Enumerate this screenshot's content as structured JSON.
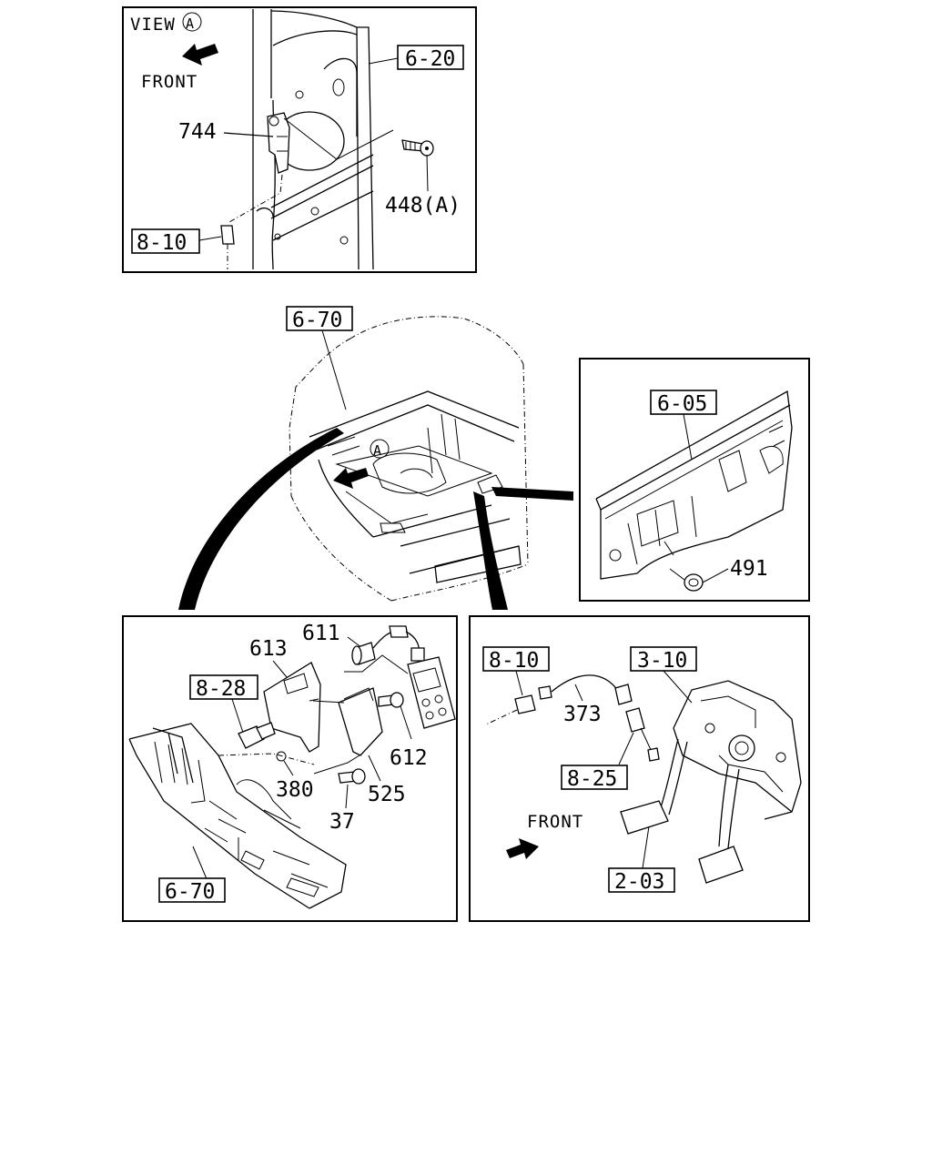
{
  "view_a": {
    "title": "VIEW",
    "marker": "A",
    "front": "FRONT",
    "ref_box": "6-20",
    "ref_box_2": "8-10",
    "part_744": "744",
    "part_448": "448(A)"
  },
  "cab": {
    "ref_box": "6-70",
    "marker": "A"
  },
  "dash_panel": {
    "ref_box": "6-05",
    "part_491": "491"
  },
  "bracket_detail": {
    "ref_box_top": "8-28",
    "ref_box_bottom": "6-70",
    "parts": {
      "p611": "611",
      "p613": "613",
      "p612": "612",
      "p380": "380",
      "p525": "525",
      "p37": "37"
    }
  },
  "pedal_detail": {
    "ref_box_left": "8-10",
    "ref_box_top": "3-10",
    "ref_box_mid": "8-25",
    "ref_box_bottom": "2-03",
    "part_373": "373",
    "front": "FRONT"
  }
}
